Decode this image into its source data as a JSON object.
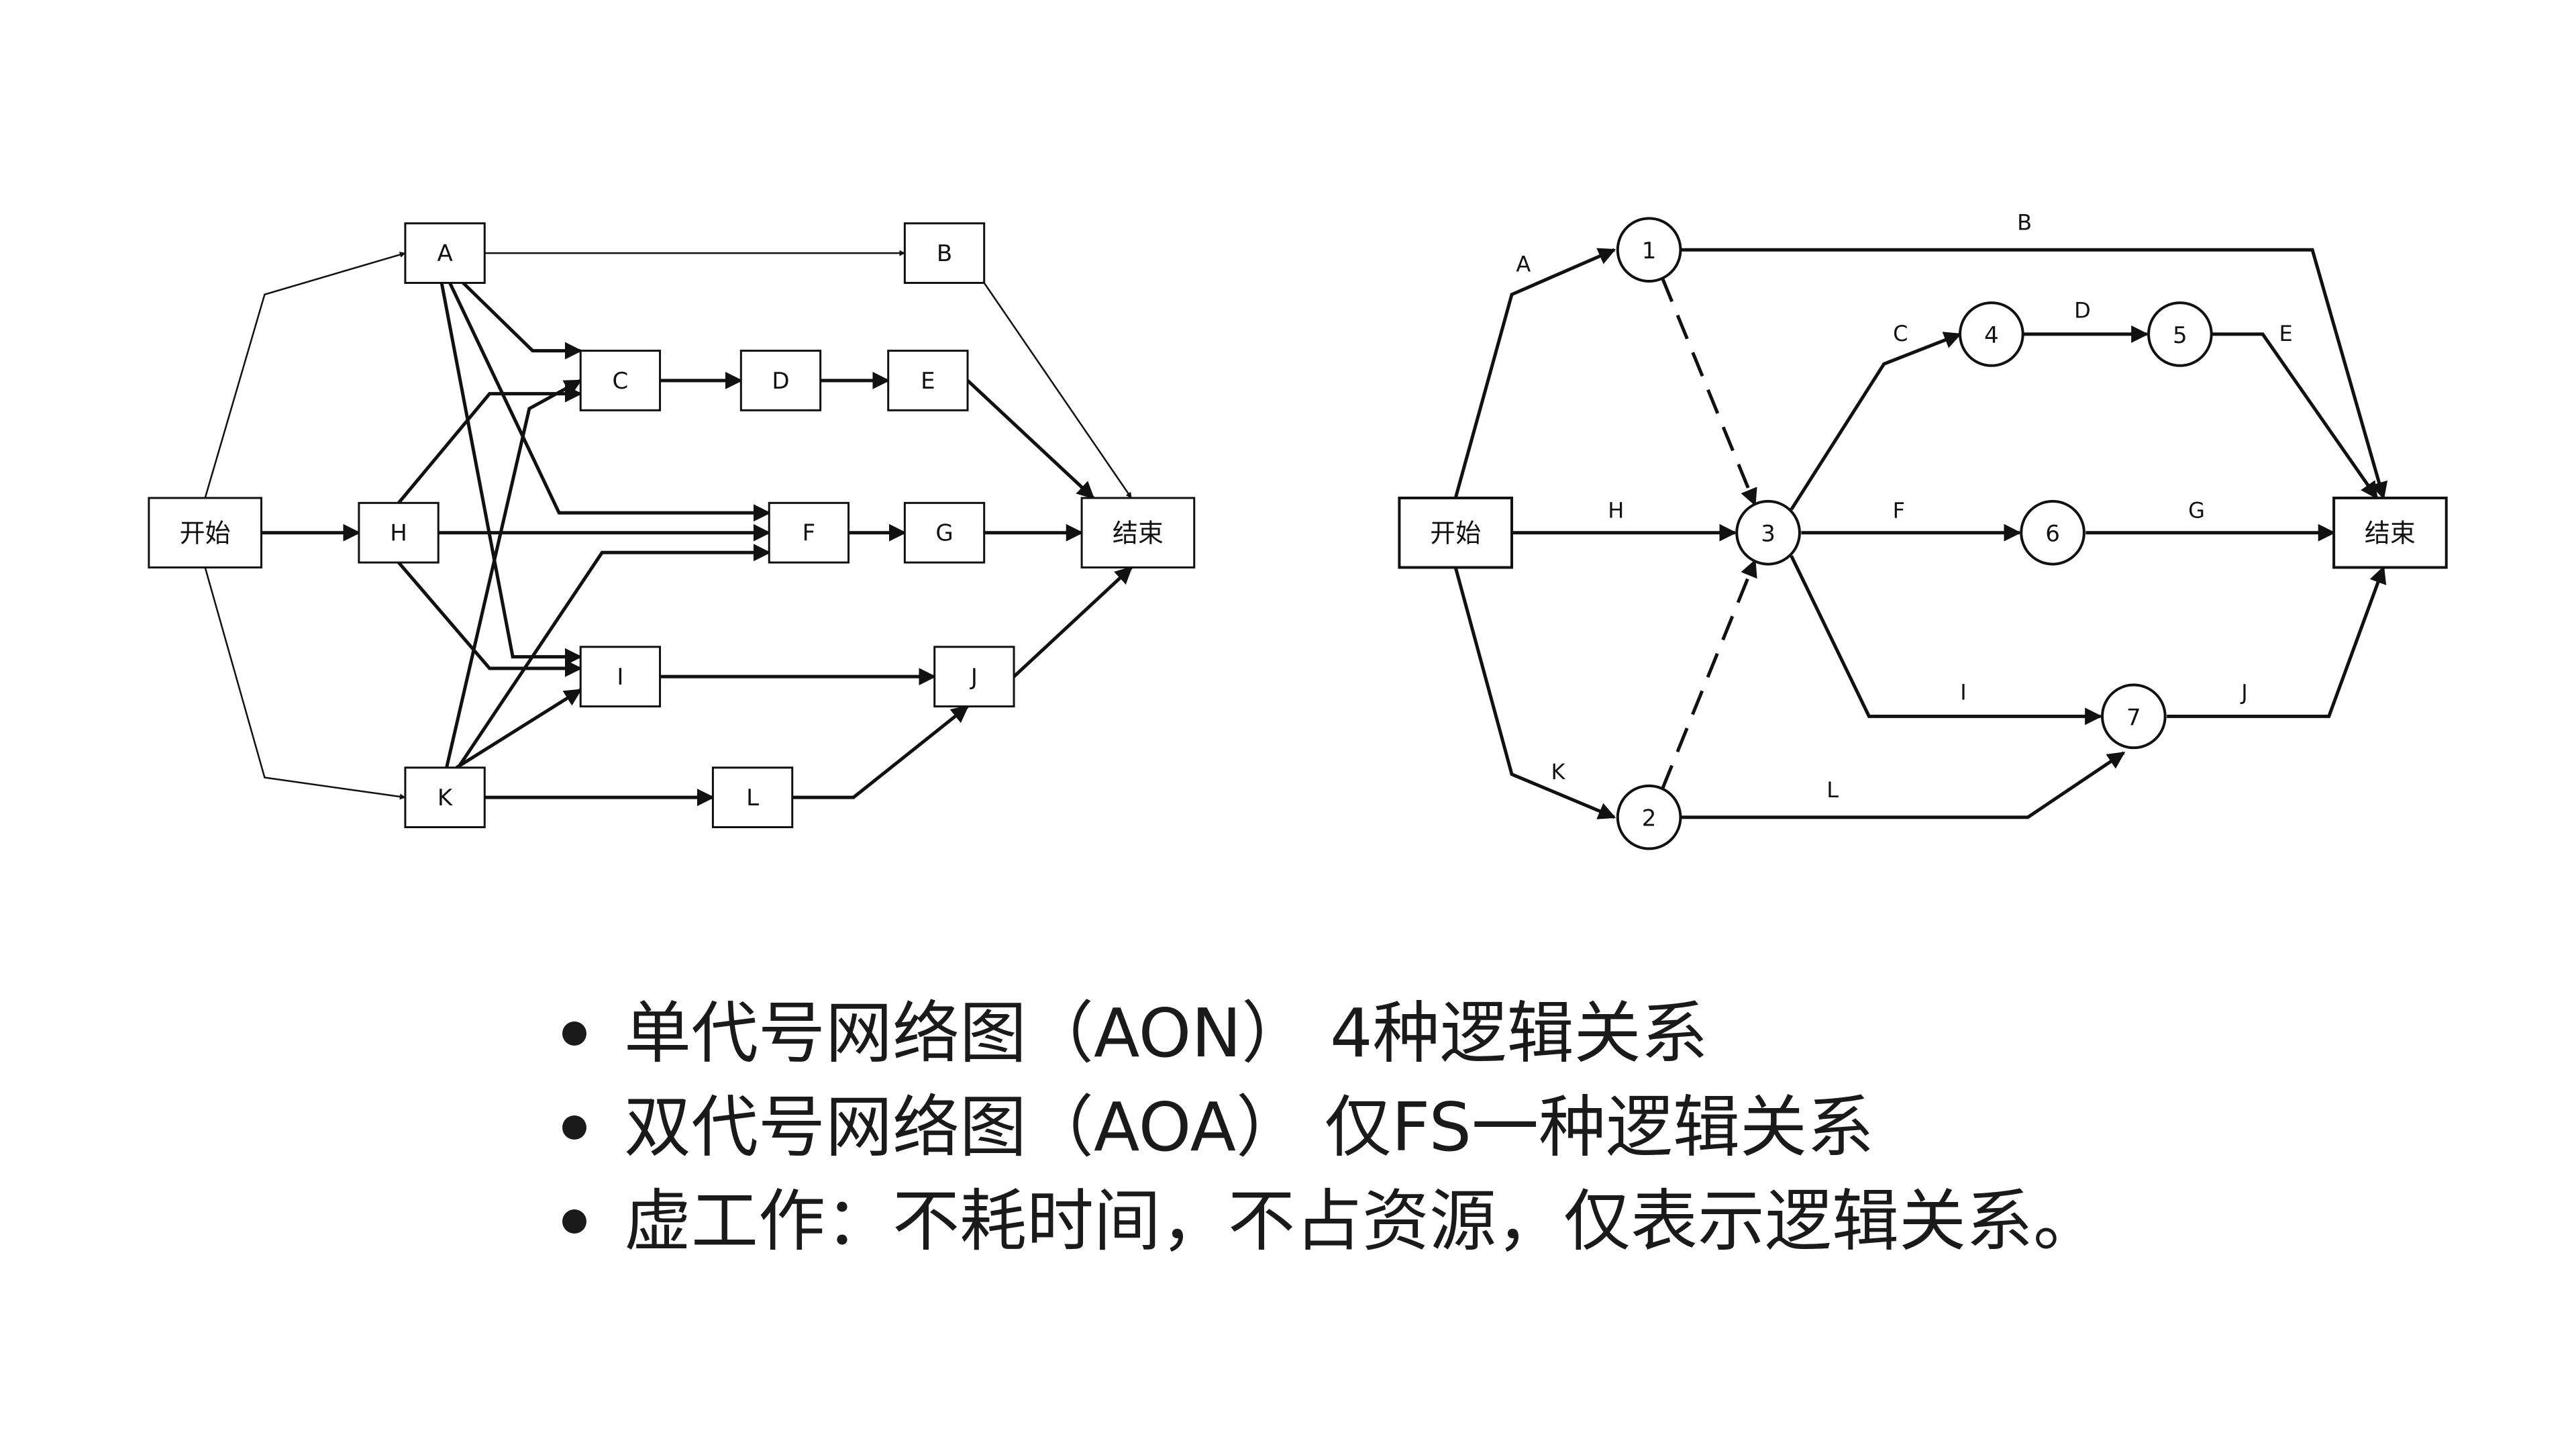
{
  "aon": {
    "nodes": [
      {
        "id": "start",
        "label": "开始"
      },
      {
        "id": "A",
        "label": "A"
      },
      {
        "id": "B",
        "label": "B"
      },
      {
        "id": "C",
        "label": "C"
      },
      {
        "id": "D",
        "label": "D"
      },
      {
        "id": "E",
        "label": "E"
      },
      {
        "id": "H",
        "label": "H"
      },
      {
        "id": "F",
        "label": "F"
      },
      {
        "id": "G",
        "label": "G"
      },
      {
        "id": "end",
        "label": "结束"
      },
      {
        "id": "I",
        "label": "I"
      },
      {
        "id": "J",
        "label": "J"
      },
      {
        "id": "K",
        "label": "K"
      },
      {
        "id": "L",
        "label": "L"
      }
    ],
    "edges": [
      [
        "start",
        "A"
      ],
      [
        "start",
        "H"
      ],
      [
        "start",
        "K"
      ],
      [
        "A",
        "B"
      ],
      [
        "A",
        "C"
      ],
      [
        "A",
        "F"
      ],
      [
        "A",
        "I"
      ],
      [
        "H",
        "C"
      ],
      [
        "H",
        "F"
      ],
      [
        "H",
        "I"
      ],
      [
        "K",
        "C"
      ],
      [
        "K",
        "F"
      ],
      [
        "K",
        "I"
      ],
      [
        "K",
        "L"
      ],
      [
        "C",
        "D"
      ],
      [
        "D",
        "E"
      ],
      [
        "F",
        "G"
      ],
      [
        "I",
        "J"
      ],
      [
        "L",
        "J"
      ],
      [
        "B",
        "end"
      ],
      [
        "E",
        "end"
      ],
      [
        "G",
        "end"
      ],
      [
        "J",
        "end"
      ]
    ]
  },
  "aoa": {
    "boxes": [
      {
        "id": "start",
        "label": "开始"
      },
      {
        "id": "end",
        "label": "结束"
      }
    ],
    "events": [
      {
        "id": "1",
        "label": "1"
      },
      {
        "id": "2",
        "label": "2"
      },
      {
        "id": "3",
        "label": "3"
      },
      {
        "id": "4",
        "label": "4"
      },
      {
        "id": "5",
        "label": "5"
      },
      {
        "id": "6",
        "label": "6"
      },
      {
        "id": "7",
        "label": "7"
      }
    ],
    "activities": [
      {
        "from": "start",
        "to": "1",
        "label": "A",
        "dummy": false
      },
      {
        "from": "start",
        "to": "3",
        "label": "H",
        "dummy": false
      },
      {
        "from": "start",
        "to": "2",
        "label": "K",
        "dummy": false
      },
      {
        "from": "1",
        "to": "end",
        "label": "B",
        "dummy": false
      },
      {
        "from": "1",
        "to": "3",
        "label": "",
        "dummy": true
      },
      {
        "from": "2",
        "to": "3",
        "label": "",
        "dummy": true
      },
      {
        "from": "3",
        "to": "4",
        "label": "C",
        "dummy": false
      },
      {
        "from": "4",
        "to": "5",
        "label": "D",
        "dummy": false
      },
      {
        "from": "5",
        "to": "end",
        "label": "E",
        "dummy": false
      },
      {
        "from": "3",
        "to": "6",
        "label": "F",
        "dummy": false
      },
      {
        "from": "6",
        "to": "end",
        "label": "G",
        "dummy": false
      },
      {
        "from": "3",
        "to": "7",
        "label": "I",
        "dummy": false
      },
      {
        "from": "7",
        "to": "end",
        "label": "J",
        "dummy": false
      },
      {
        "from": "2",
        "to": "7",
        "label": "L",
        "dummy": false
      }
    ]
  },
  "bullets": [
    "单代号网络图（AON） 4种逻辑关系",
    "双代号网络图（AOA） 仅FS一种逻辑关系",
    "虚工作：不耗时间，不占资源，仅表示逻辑关系。"
  ],
  "colors": {
    "line": "#111111",
    "text": "#1a1a1a",
    "background": "#ffffff"
  }
}
